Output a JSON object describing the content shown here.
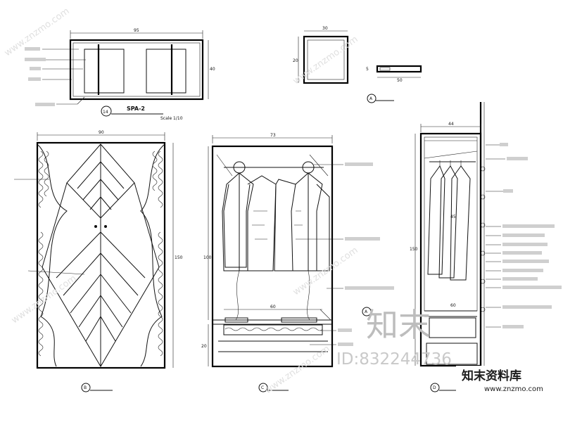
{
  "watermark": {
    "site_url": "www.znzmo.com",
    "logo_mark": "知末",
    "id_text": "ID:832244736",
    "brand_name": "知末资料库"
  },
  "view_top": {
    "dim_width": "95",
    "dim_height": "40",
    "callout_marker": "14",
    "title_code": "SPA-2",
    "scale": "Scale 1/10"
  },
  "detail_a": {
    "dim_square_w": "30",
    "dim_square_h": "20",
    "dim_strip_w": "50",
    "dim_strip_h": "5",
    "marker": "A"
  },
  "elev_b": {
    "dim_width": "90",
    "dim_height": "150",
    "marker": "B"
  },
  "elev_c": {
    "dim_width": "73",
    "dim_height": "100",
    "dim_drawer_w": "60",
    "dim_drawer_h": "20",
    "marker": "C",
    "ref_marker": "A"
  },
  "elev_d": {
    "dim_width": "44",
    "dim_height": "150",
    "dim_inner": "60",
    "dim_inner2": "45",
    "marker": "D"
  }
}
